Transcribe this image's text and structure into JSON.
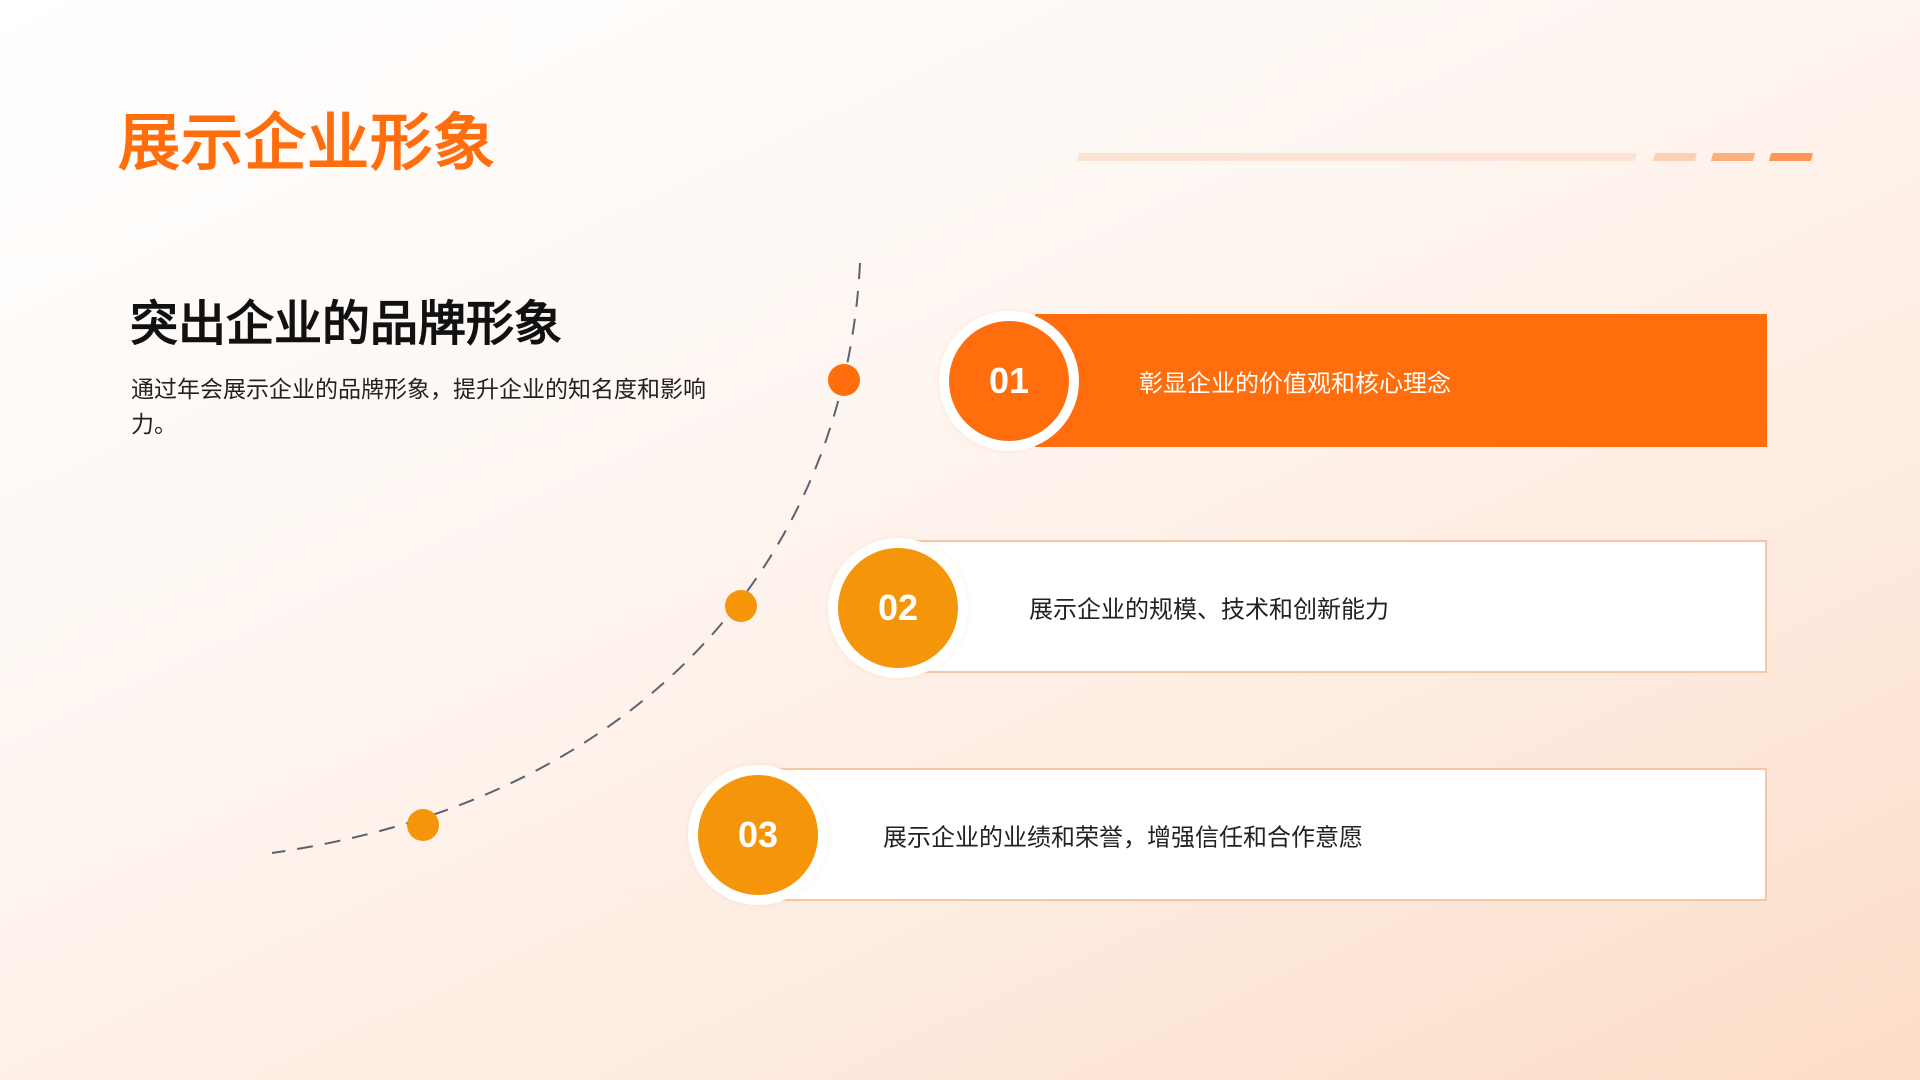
{
  "title": "展示企业形象",
  "subtitle": "突出企业的品牌形象",
  "description": "通过年会展示企业的品牌形象，提升企业的知名度和影响力。",
  "items": [
    {
      "number": "01",
      "text": "彰显企业的价值观和核心理念",
      "highlighted": true
    },
    {
      "number": "02",
      "text": "展示企业的规模、技术和创新能力",
      "highlighted": false
    },
    {
      "number": "03",
      "text": "展示企业的业绩和荣誉，增强信任和合作意愿",
      "highlighted": false
    }
  ],
  "colors": {
    "accent": "#FF6D0C",
    "secondary": "#F5950A",
    "card_border": "#F8C6A4"
  }
}
